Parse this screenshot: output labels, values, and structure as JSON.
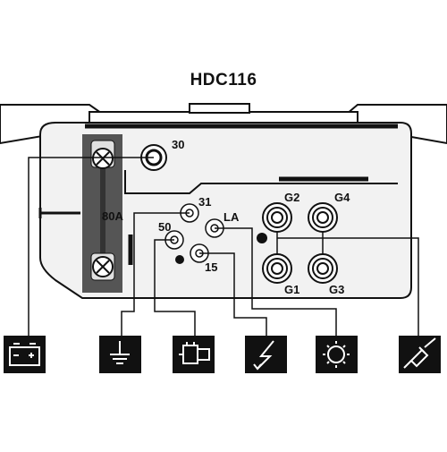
{
  "title": "HDC116",
  "terminals": {
    "t30": "30",
    "t31": "31",
    "t50": "50",
    "tLA": "LA",
    "t15": "15",
    "fuse": "80A",
    "g1": "G1",
    "g2": "G2",
    "g3": "G3",
    "g4": "G4"
  },
  "icons": [
    "battery-icon",
    "ground-icon",
    "starter-motor-icon",
    "ignition-bolt-icon",
    "warning-lamp-icon",
    "glow-plug-icon"
  ],
  "colors": {
    "line": "#111111",
    "housing_fill": "#f2f2f2",
    "fuse_block": "#555555",
    "icon_box": "#111111",
    "icon_fg": "#ffffff"
  }
}
